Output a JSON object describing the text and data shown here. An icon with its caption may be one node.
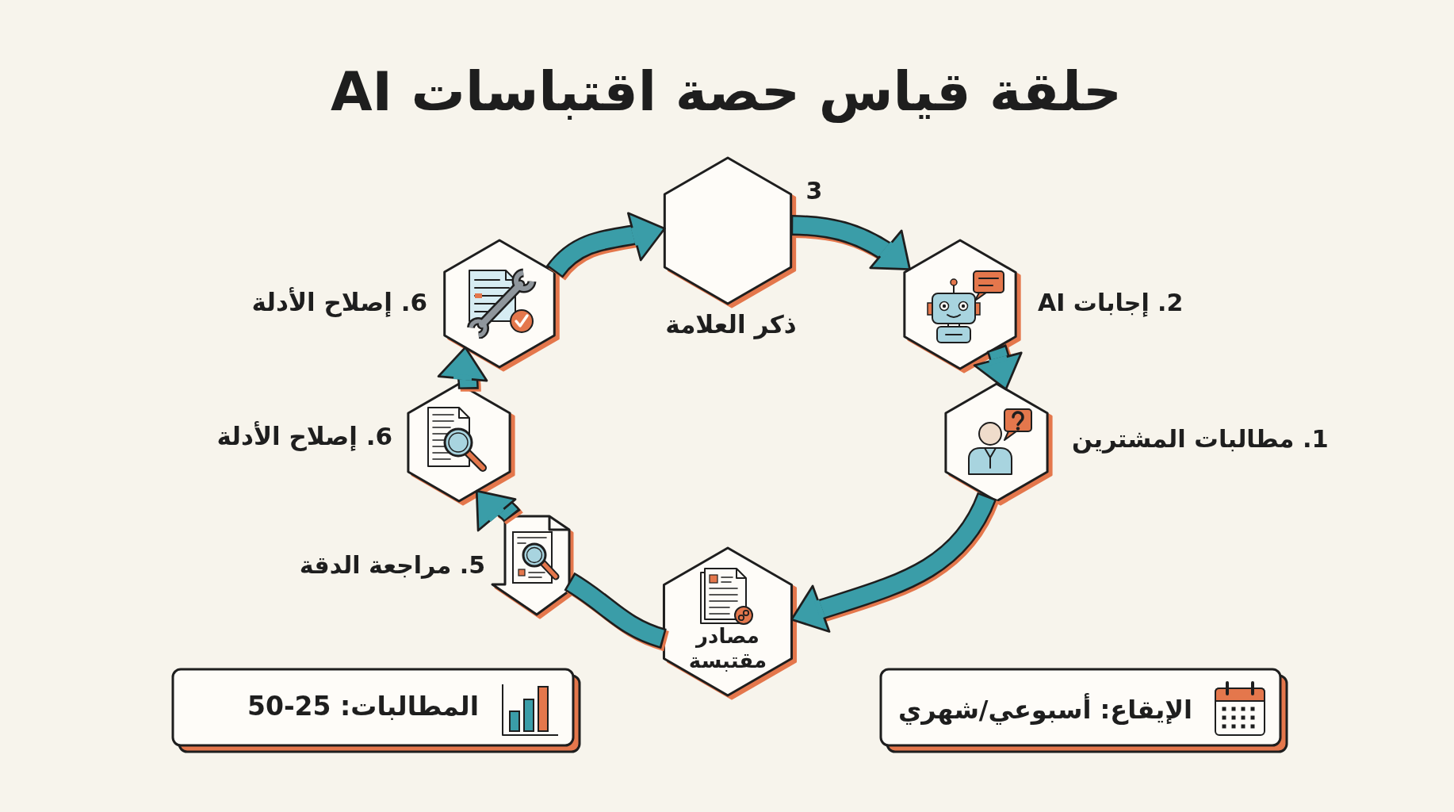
{
  "diagram": {
    "title": "حلقة قياس حصة اقتباسات AI",
    "nodes": [
      {
        "text": [
          "ذكر العلامة"
        ],
        "beside": [
          "3"
        ]
      },
      {
        "text": [
          "6. إصلاح الأدلة"
        ]
      },
      {
        "text": [
          "2. إجابات AI"
        ]
      },
      {
        "text": [
          "6. إصلاح الأدلة"
        ]
      },
      {
        "text": [
          "1. مطالبات المشترين"
        ]
      },
      {
        "text": [
          "5. مراجعة الدقة"
        ]
      },
      {
        "text": [
          "مصادر مقتبسة"
        ]
      },
      {
        "text": [
          "المطالبات: 25-50"
        ]
      },
      {
        "text": [
          "الإيقاع: أسبوعي/شهري"
        ]
      }
    ],
    "edges": [
      {
        "from": 1,
        "to": 0,
        "arrow": "to"
      },
      {
        "from": 0,
        "to": 2,
        "arrow": "to"
      },
      {
        "from": 2,
        "to": 4,
        "arrow": "to"
      },
      {
        "from": 4,
        "to": 6,
        "arrow": "to"
      },
      {
        "from": 6,
        "to": 5,
        "arrow": "none"
      },
      {
        "from": 5,
        "to": 3,
        "arrow": "to"
      },
      {
        "from": 3,
        "to": 1,
        "arrow": "to"
      }
    ]
  }
}
